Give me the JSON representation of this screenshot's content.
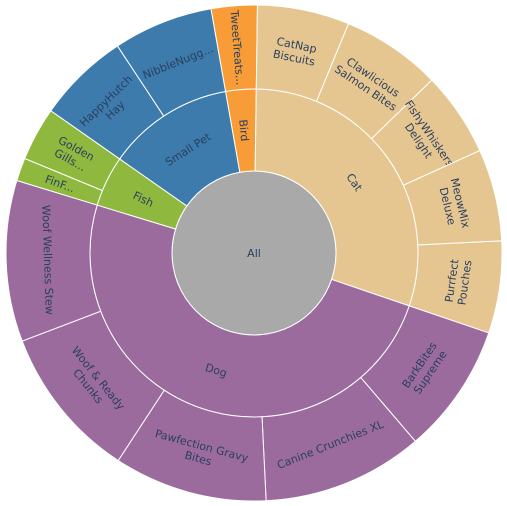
{
  "chart_data": {
    "type": "sunburst",
    "root": {
      "label": "All",
      "color": "#a9a9a9",
      "children": [
        {
          "label": "Bird",
          "value": 3,
          "color": "#f89c37",
          "children": [
            {
              "label": "TweetTreats...",
              "value": 3
            }
          ]
        },
        {
          "label": "Cat",
          "value": 30,
          "color": "#e5c691",
          "children": [
            {
              "label": "CatNap Biscuits",
              "value": 6
            },
            {
              "label": "Clawlicious Salmon Bites",
              "value": 6.5
            },
            {
              "label": "FishyWhiskers Delight",
              "value": 5.5
            },
            {
              "label": "MeowMix Deluxe",
              "value": 6
            },
            {
              "label": "Purrfect Pouches",
              "value": 6
            }
          ]
        },
        {
          "label": "Dog",
          "value": 49.5,
          "color": "#9b6b9e",
          "children": [
            {
              "label": "BarkBites Supreme",
              "value": 8.5
            },
            {
              "label": "Canine Crunchies XL",
              "value": 10.5
            },
            {
              "label": "Pawfection Gravy Bites",
              "value": 10
            },
            {
              "label": "Woof & Ready Chunks",
              "value": 10
            },
            {
              "label": "Woof Wellness Stew",
              "value": 10.5
            }
          ]
        },
        {
          "label": "Fish",
          "value": 5,
          "color": "#8fb83e",
          "children": [
            {
              "label": "FinF...",
              "value": 1.5
            },
            {
              "label": "Golden Gills...",
              "value": 3.5
            }
          ]
        },
        {
          "label": "Small Pet",
          "value": 12.5,
          "color": "#3c7bab",
          "children": [
            {
              "label": "HappyHutch Hay",
              "value": 6
            },
            {
              "label": "NibbleNugg...",
              "value": 6.5
            }
          ]
        }
      ]
    }
  }
}
